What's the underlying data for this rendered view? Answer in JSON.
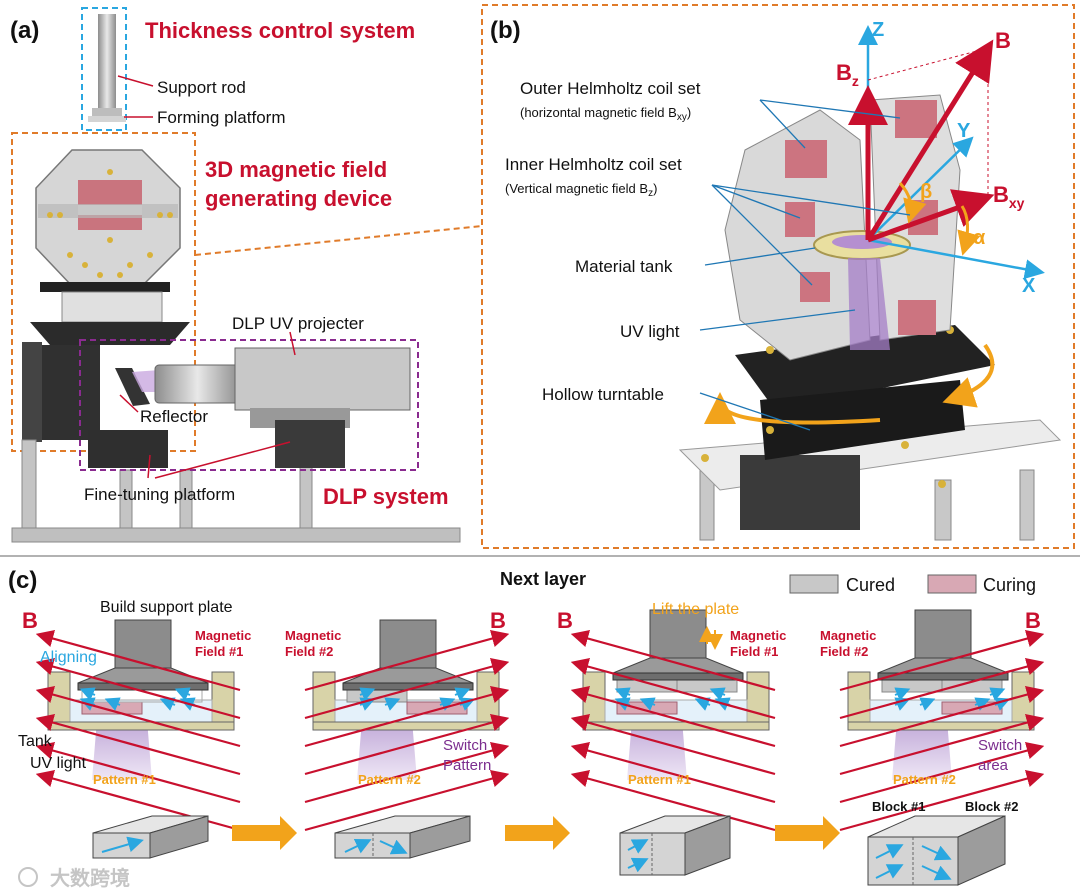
{
  "colors": {
    "red": "#c8102e",
    "orange_dash": "#e07b2a",
    "blue_dash": "#2aa7e0",
    "purple_dash": "#8a2b8f",
    "orange_arrow": "#f2a31b",
    "cured": "#c8c8c8",
    "curing": "#d8a8b4",
    "tank": "#d8d3a8",
    "uv": "#b69bd1"
  },
  "panel_a": {
    "label": "(a)",
    "thickness_title": "Thickness control system",
    "support_rod": "Support rod",
    "forming_platform": "Forming platform",
    "magnetic_title_1": "3D magnetic field",
    "magnetic_title_2": "generating device",
    "dlp_projector": "DLP UV projecter",
    "reflector": "Reflector",
    "fine_tuning": "Fine-tuning platform",
    "dlp_system": "DLP system"
  },
  "panel_b": {
    "label": "(b)",
    "outer_coil": "Outer Helmholtz coil set",
    "outer_coil_sub": "(horizontal magnetic field B",
    "outer_coil_sub_idx": "xy",
    "inner_coil": "Inner Helmholtz coil set",
    "inner_coil_sub": "(Vertical magnetic field B",
    "inner_coil_sub_idx": "z",
    "material_tank": "Material tank",
    "uv_light": "UV light",
    "hollow_turntable": "Hollow turntable",
    "axis_z": "Z",
    "axis_y": "Y",
    "axis_x": "X",
    "vec_b": "B",
    "vec_bz": "B",
    "vec_bz_idx": "z",
    "vec_bxy": "B",
    "vec_bxy_idx": "xy",
    "angle_beta": "β",
    "angle_alpha": "α"
  },
  "panel_c": {
    "label": "(c)",
    "next_layer": "Next layer",
    "legend_cured": "Cured",
    "legend_curing": "Curing",
    "build_support_plate": "Build support plate",
    "aligning": "Aligning",
    "tank": "Tank",
    "uv_light": "UV light",
    "lift_plate": "Lift the plate",
    "b": "B",
    "steps": [
      {
        "field_1": "Magnetic",
        "field_2": "Field #1",
        "pattern": "Pattern #1",
        "note_1": "",
        "note_2": ""
      },
      {
        "field_1": "Magnetic",
        "field_2": "Field #2",
        "pattern": "Pattern #2",
        "note_1": "Switch",
        "note_2": "Pattern"
      },
      {
        "field_1": "Magnetic",
        "field_2": "Field #1",
        "pattern": "Pattern #1",
        "note_1": "",
        "note_2": ""
      },
      {
        "field_1": "Magnetic",
        "field_2": "Field #2",
        "pattern": "Pattern #2",
        "note_1": "Switch",
        "note_2": "area"
      }
    ],
    "block_1": "Block #1",
    "block_2": "Block #2"
  },
  "watermark": "大数跨境"
}
